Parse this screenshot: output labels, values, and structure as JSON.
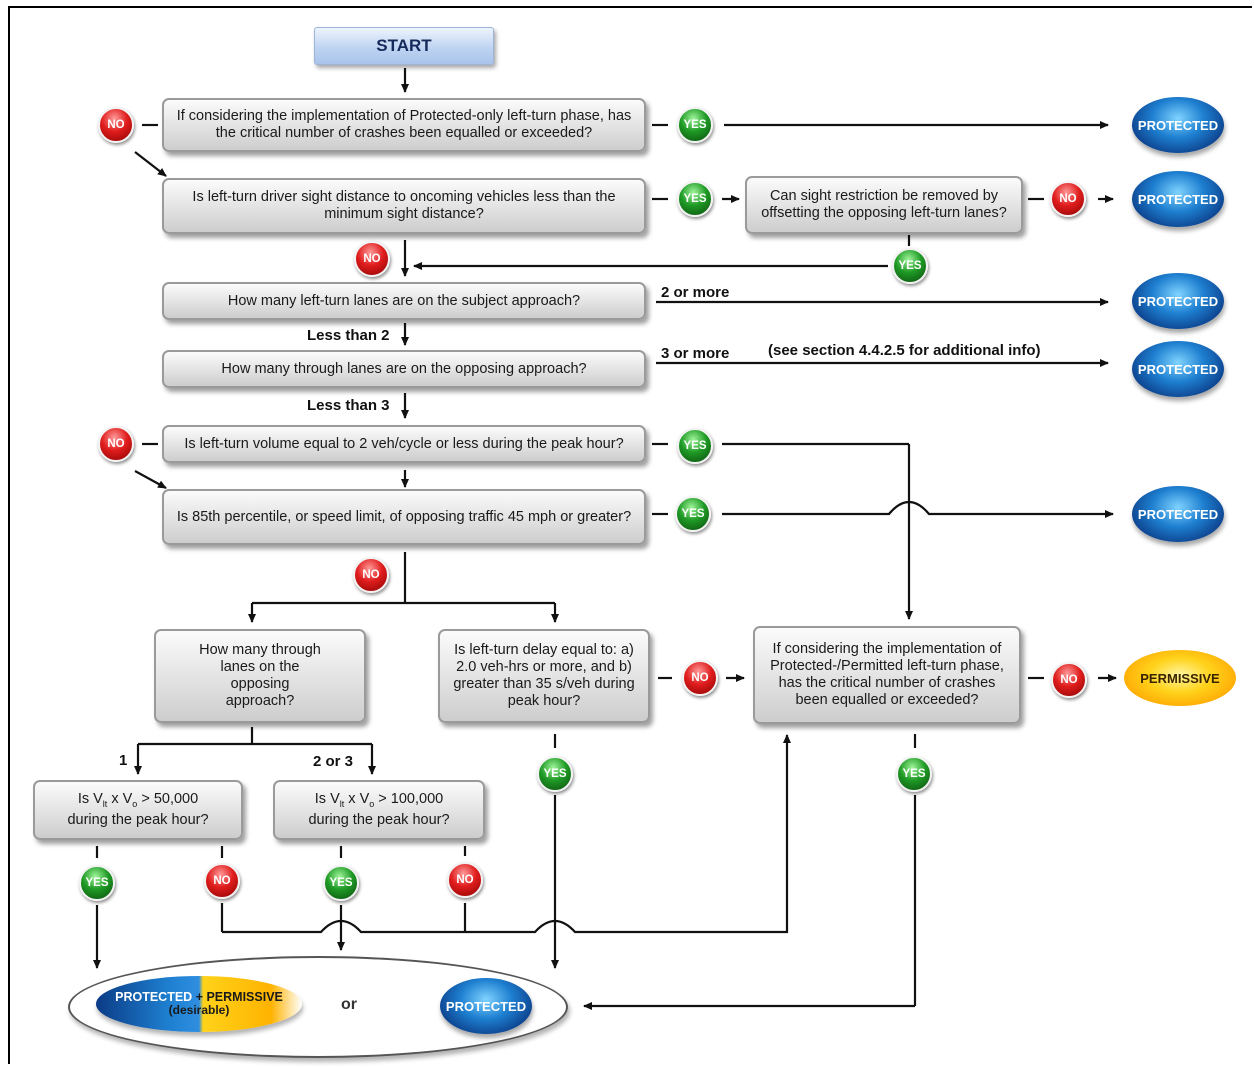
{
  "start": "START",
  "badges": {
    "no": "NO",
    "yes": "YES"
  },
  "outcomes": {
    "protected": "PROTECTED",
    "permissive": "PERMISSIVE",
    "combo_left": "PROTECTED",
    "combo_right": "+ PERMISSIVE",
    "combo_note": "(desirable)",
    "or": "or"
  },
  "questions": {
    "q1": "If considering the implementation of Protected-only left-turn phase, has the critical number of crashes been equalled or exceeded?",
    "q2": "Is left-turn driver sight distance to oncoming vehicles less than the minimum sight distance?",
    "q2b": "Can sight restriction be removed by offsetting the opposing left-turn lanes?",
    "q3": "How many left-turn lanes are on the subject approach?",
    "q4": "How many through lanes are on the opposing approach?",
    "q5": "Is left-turn volume equal to 2 veh/cycle or less during the peak hour?",
    "q6": "Is 85th percentile, or speed limit, of opposing traffic 45 mph or greater?",
    "q7": "How many through lanes on the opposing approach?",
    "q8": "Is left-turn delay equal to: a) 2.0 veh-hrs or more, and b) greater than 35 s/veh during peak hour?",
    "q9": "If considering the implementation of Protected-/Permitted left-turn phase, has the critical number of crashes been equalled or exceeded?",
    "q10_a": "Is V",
    "q10_s1": "lt",
    "q10_b": " x V",
    "q10_s2": "o",
    "q10_c": " > 50,000",
    "q10_d": "during the peak hour?",
    "q11_c": " > 100,000",
    "q11_d": "during the peak hour?"
  },
  "labels": {
    "two_or_more": "2 or more",
    "less_than_2": "Less than 2",
    "three_or_more": "3 or more",
    "see_section": "(see section 4.4.2.5 for additional info)",
    "less_than_3": "Less than 3",
    "one": "1",
    "two_or_three": "2 or 3"
  }
}
